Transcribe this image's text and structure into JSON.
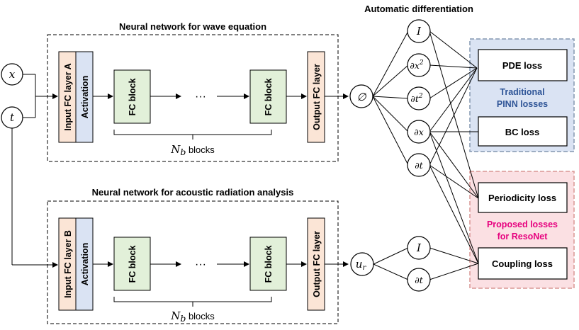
{
  "titles": {
    "wave_nn": "Neural network for wave equation",
    "acoustic_nn": "Neural network for acoustic radiation analysis",
    "autodiff": "Automatic differentiation"
  },
  "inputs": {
    "x": "x",
    "t": "t"
  },
  "top_network": {
    "input_layer": "Input FC layer A",
    "activation": "Activation",
    "block1": "FC block",
    "ellipsis": "···",
    "block2": "FC block",
    "output_layer": "Output FC layer",
    "blocks_var": "N",
    "blocks_sub": "b",
    "blocks_text": " blocks"
  },
  "bottom_network": {
    "input_layer": "Input FC layer B",
    "activation": "Activation",
    "block1": "FC block",
    "ellipsis": "···",
    "block2": "FC block",
    "output_layer": "Output FC layer",
    "blocks_var": "N",
    "blocks_sub": "b",
    "blocks_text": " blocks"
  },
  "outputs": {
    "phi": "∅",
    "ur_main": "u",
    "ur_sub": "r"
  },
  "derivatives_top": [
    {
      "main": "I",
      "sup": ""
    },
    {
      "main": "∂x",
      "sup": "2"
    },
    {
      "main": "∂t",
      "sup": "2"
    },
    {
      "main": "∂x",
      "sup": ""
    },
    {
      "main": "∂t",
      "sup": ""
    }
  ],
  "derivatives_bottom": [
    {
      "main": "I",
      "sup": ""
    },
    {
      "main": "∂t",
      "sup": ""
    }
  ],
  "traditional_group": {
    "label_line1": "Traditional",
    "label_line2": "PINN losses",
    "losses": [
      "PDE loss",
      "BC loss"
    ]
  },
  "proposed_group": {
    "label_line1": "Proposed losses",
    "label_line2": "for ResoNet",
    "losses": [
      "Periodicity loss",
      "Coupling loss"
    ]
  },
  "colors": {
    "input_layer": "#fbe5d6",
    "activation": "#dae3f3",
    "fc_block": "#e2f0d9",
    "traditional_bg": "#dae3f3",
    "traditional_border": "#8497b0",
    "proposed_bg": "#fbe0e3",
    "proposed_border": "#d99694",
    "proposed_text": "#e6007e",
    "traditional_text": "#2f5597"
  }
}
